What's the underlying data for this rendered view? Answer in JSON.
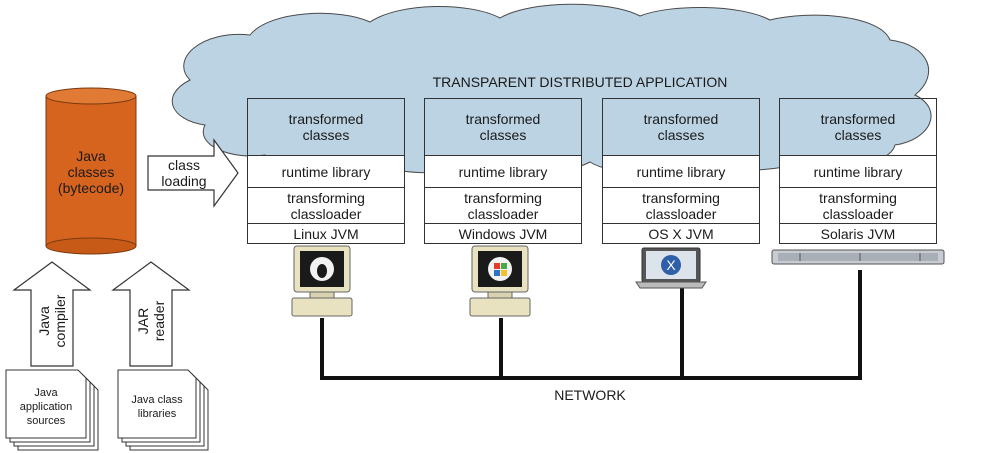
{
  "cloud_title": "TRANSPARENT DISTRIBUTED APPLICATION",
  "network_label": "NETWORK",
  "bytecode_label": [
    "Java",
    "classes",
    "(bytecode)"
  ],
  "class_loading_label": [
    "class",
    "loading"
  ],
  "compiler_label": [
    "Java",
    "compiler"
  ],
  "jar_reader_label": [
    "JAR",
    "reader"
  ],
  "sources_label": [
    "Java",
    "application",
    "sources"
  ],
  "libraries_label": [
    "Java class",
    "libraries"
  ],
  "stacks": [
    {
      "top": [
        "transformed",
        "classes"
      ],
      "runtime": "runtime library",
      "loader": [
        "transforming",
        "classloader"
      ],
      "jvm": "Linux JVM",
      "machine": "linux-desktop-icon"
    },
    {
      "top": [
        "transformed",
        "classes"
      ],
      "runtime": "runtime library",
      "loader": [
        "transforming",
        "classloader"
      ],
      "jvm": "Windows JVM",
      "machine": "windows-desktop-icon"
    },
    {
      "top": [
        "transformed",
        "classes"
      ],
      "runtime": "runtime library",
      "loader": [
        "transforming",
        "classloader"
      ],
      "jvm": "OS X JVM",
      "machine": "mac-laptop-icon"
    },
    {
      "top": [
        "transformed",
        "classes"
      ],
      "runtime": "runtime library",
      "loader": [
        "transforming",
        "classloader"
      ],
      "jvm": "Solaris JVM",
      "machine": "rack-server-icon"
    }
  ],
  "colors": {
    "cloud": "#bcd3e3",
    "cylinder": "#d7641e",
    "cylinder_top": "#e07a35"
  }
}
